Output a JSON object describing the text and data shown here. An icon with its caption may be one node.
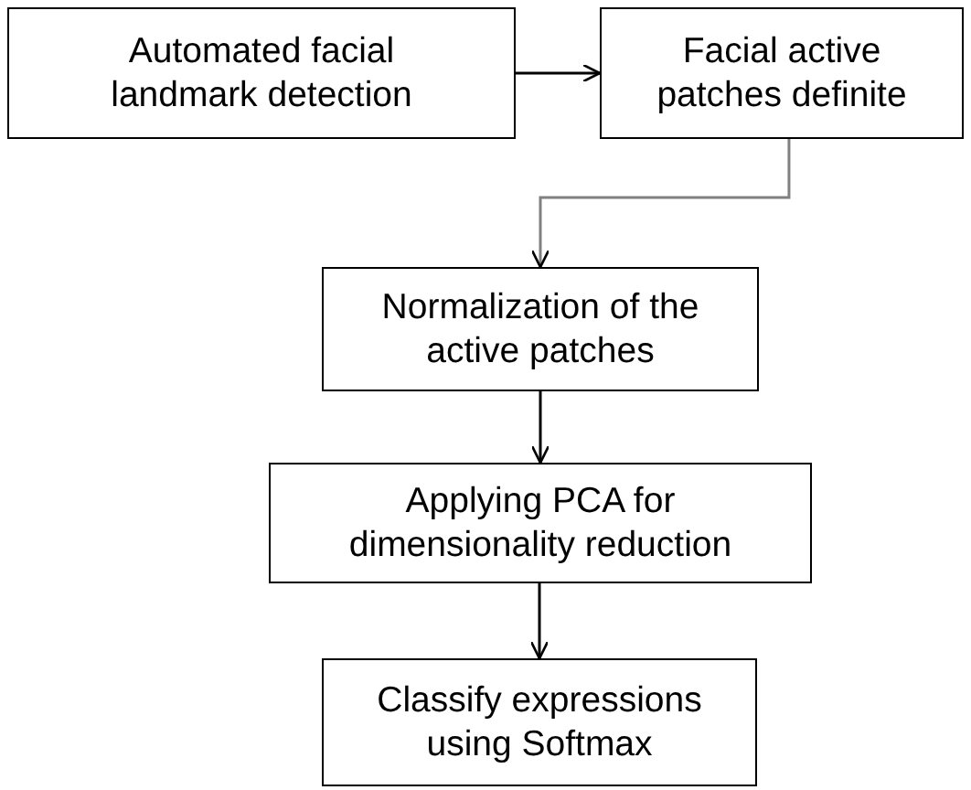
{
  "diagram": {
    "nodes": [
      {
        "text": [
          "Automated facial landmark detection"
        ]
      },
      {
        "text": [
          "Facial active patches definite"
        ]
      },
      {
        "text": [
          "Normalization of the active patches"
        ]
      },
      {
        "text": [
          "Applying PCA for dimensionality reduction"
        ]
      },
      {
        "text": [
          "Classify expressions using Softmax"
        ]
      }
    ],
    "edges": [
      {
        "from": 0,
        "to": 1,
        "arrow": "to"
      },
      {
        "from": 1,
        "to": 2,
        "arrow": "to",
        "color": "#808080"
      },
      {
        "from": 2,
        "to": 3,
        "arrow": "to"
      },
      {
        "from": 3,
        "to": 4,
        "arrow": "to"
      }
    ]
  }
}
